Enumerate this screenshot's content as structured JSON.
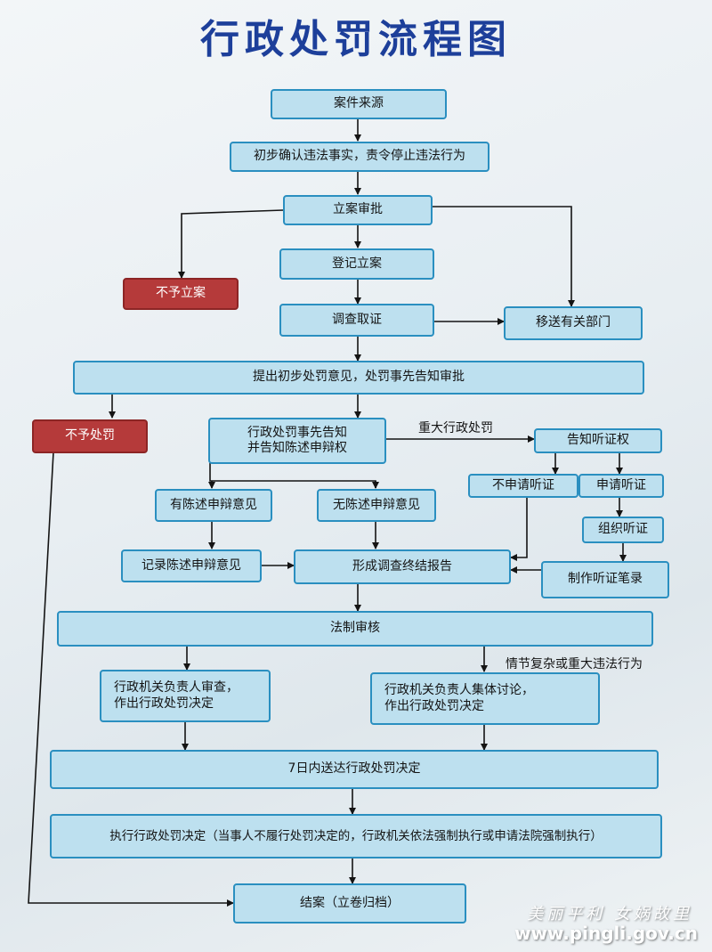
{
  "title": "行政处罚流程图",
  "nodes": {
    "source": "案件来源",
    "confirm": "初步确认违法事实，责令停止违法行为",
    "approve": "立案审批",
    "register": "登记立案",
    "no_case": "不予立案",
    "investigate": "调查取证",
    "transfer": "移送有关部门",
    "propose": "提出初步处罚意见，处罚事先告知审批",
    "no_penalty": "不予处罚",
    "notify": "行政处罚事先告知\n并告知陈述申辩权",
    "major_label": "重大行政处罚",
    "hearing_notice": "告知听证权",
    "no_hearing": "不申请听证",
    "apply_hearing": "申请听证",
    "has_defense": "有陈述申辩意见",
    "no_defense": "无陈述申辩意见",
    "organize_hearing": "组织听证",
    "record_defense": "记录陈述申辩意见",
    "final_report": "形成调查终结报告",
    "hearing_record": "制作听证笔录",
    "legal_review": "法制审核",
    "complex_label": "情节复杂或重大违法行为",
    "head_review": "行政机关负责人审查，\n作出行政处罚决定",
    "collective": "行政机关负责人集体讨论，\n作出行政处罚决定",
    "deliver": "7日内送达行政处罚决定",
    "execute": "执行行政处罚决定（当事人不履行处罚决定的，行政机关依法强制执行或申请法院强制执行）",
    "close": "结案（立卷归档）"
  },
  "watermark": {
    "slogan": "美丽平利 女娲故里",
    "url": "www.pingli.gov.cn"
  }
}
